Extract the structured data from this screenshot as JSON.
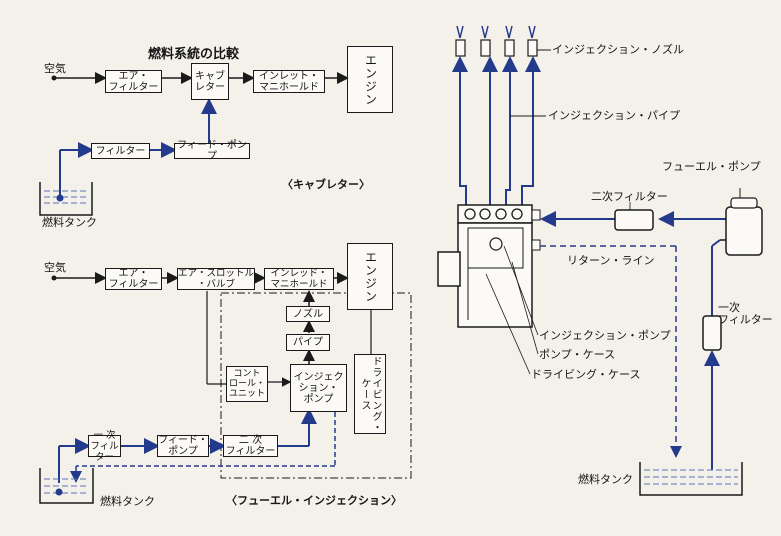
{
  "top": {
    "title": "燃料系統の比較",
    "air": "空気",
    "air_filter": "エア・\nフィルター",
    "carburetor": "キャブ\nレター",
    "intake_manifold": "インレット・\nマニホールド",
    "engine": "エンジン",
    "filter": "フィルター",
    "feed_pump": "フィード・ポンプ",
    "fuel_tank": "燃料タンク",
    "caption": "〈キャブレター〉"
  },
  "bottom": {
    "air": "空気",
    "air_filter": "エア・\nフィルター",
    "throttle_valve": "エア・スロットル\n・バルブ",
    "intake_manifold": "インレッド・\nマニホールド",
    "engine": "エンジン",
    "nozzle": "ノズル",
    "pipe": "パイプ",
    "control_unit": "コント\nロール・\nユニット",
    "injection_pump": "インジェク\nション・\nポンプ",
    "driving_case": "ドライビング・ケース",
    "primary_filter": "一 次\nフィルター",
    "feed_pump": "フィード・\nポンプ",
    "secondary_filter": "二 次\nフィルター",
    "fuel_tank": "燃料タンク",
    "caption": "〈フューエル・インジェクション〉"
  },
  "right": {
    "injection_nozzle": "インジェクション・ノズル",
    "injection_pipe": "インジェクション・パイプ",
    "fuel_pump": "フューエル・ポンプ",
    "secondary_filter": "二次フィルター",
    "return_line": "リターン・ライン",
    "primary_filter": "一次\nフィルター",
    "injection_pump": "インジェクション・ポンプ",
    "pump_case": "ポンプ・ケース",
    "driving_case": "ドライビング・ケース",
    "fuel_tank": "燃料タンク"
  },
  "colors": {
    "flow": "#243a8c",
    "line": "#1a1a1a",
    "water": "#5a73b8"
  }
}
